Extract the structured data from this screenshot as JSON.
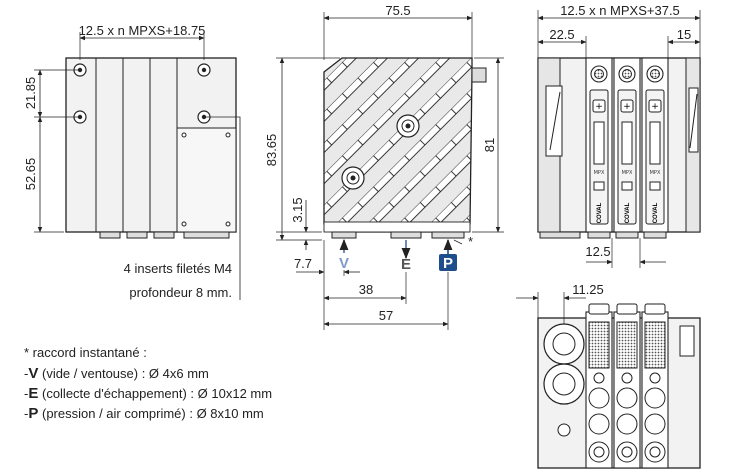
{
  "dimensions": {
    "front_width": "12.5 x n MPXS+18.75",
    "front_h1": "21.85",
    "front_h2": "52.65",
    "side_width": "75.5",
    "side_height": "83.65",
    "side_height_right": "81",
    "side_offset": "3.15",
    "side_v": "7.7",
    "side_e": "38",
    "side_p": "57",
    "rear_width": "12.5 x n MPXS+37.5",
    "rear_left": "22.5",
    "rear_right": "15",
    "rear_pitch": "12.5",
    "bottom_pitch": "11.25"
  },
  "notes": {
    "inserts_line1": "4 inserts filetés M4",
    "inserts_line2": "profondeur 8 mm.",
    "asterisk": "*"
  },
  "ports": {
    "v": "V",
    "e": "E",
    "p": "P"
  },
  "legend": {
    "title": "* raccord instantané :",
    "v_letter": "V",
    "v_text": "(vide / ventouse) : Ø 4x6 mm",
    "e_letter": "E",
    "e_text": "(collecte d'échappement) : Ø 10x12 mm",
    "p_letter": "P",
    "p_text": "(pression / air comprimé) : Ø 8x10 mm"
  },
  "module_label": "COVAL",
  "module_small": "MPX",
  "colors": {
    "line": "#222222",
    "fill": "#eeeeee",
    "arrow_blue": "#4a6fa5",
    "port_blue": "#1f4e8c"
  }
}
